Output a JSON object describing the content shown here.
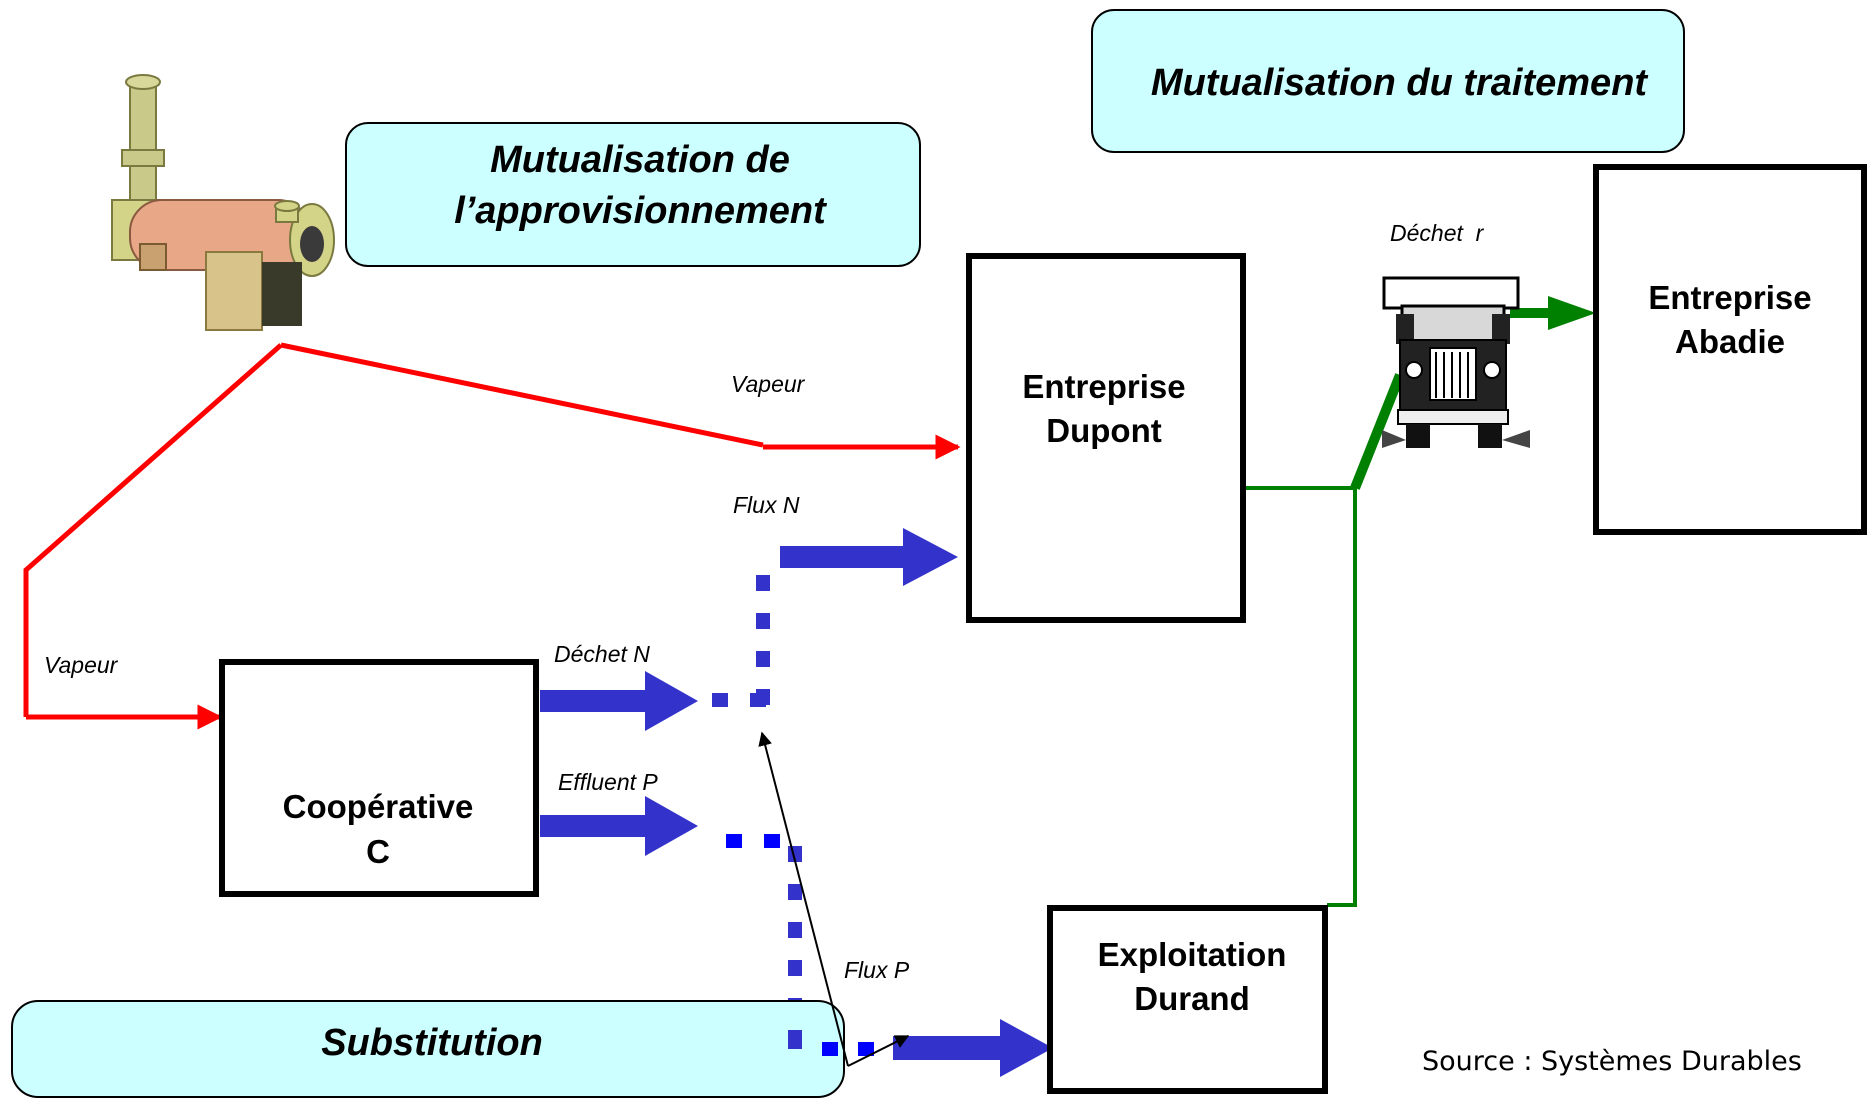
{
  "callouts": {
    "approvisionnement": {
      "line1": "Mutualisation de",
      "line2": "l’approvisionnement"
    },
    "traitement": {
      "label": "Mutualisation du traitement"
    },
    "substitution": {
      "label": "Substitution"
    }
  },
  "nodes": {
    "dupont": {
      "line1": "Entreprise",
      "line2": "Dupont"
    },
    "abadie": {
      "line1": "Entreprise",
      "line2": "Abadie"
    },
    "cooperative": {
      "line1": "Coopérative",
      "line2": "C"
    },
    "durand": {
      "line1": "Exploitation",
      "line2": "Durand"
    }
  },
  "flows": {
    "vapeur_top": "Vapeur",
    "vapeur_left": "Vapeur",
    "flux_n": "Flux N",
    "dechet_n": "Déchet N",
    "effluent_p": "Effluent P",
    "flux_p": "Flux P",
    "dechet_r": "Déchet  r"
  },
  "source": "Source : Systèmes Durables",
  "icons": {
    "boiler": "boiler-icon",
    "truck": "truck-icon"
  },
  "colors": {
    "steam": "#ff0000",
    "material": "#3333cc",
    "dotted": "#0000ff",
    "waste": "#008000",
    "callout_fill": "#ccffff"
  }
}
